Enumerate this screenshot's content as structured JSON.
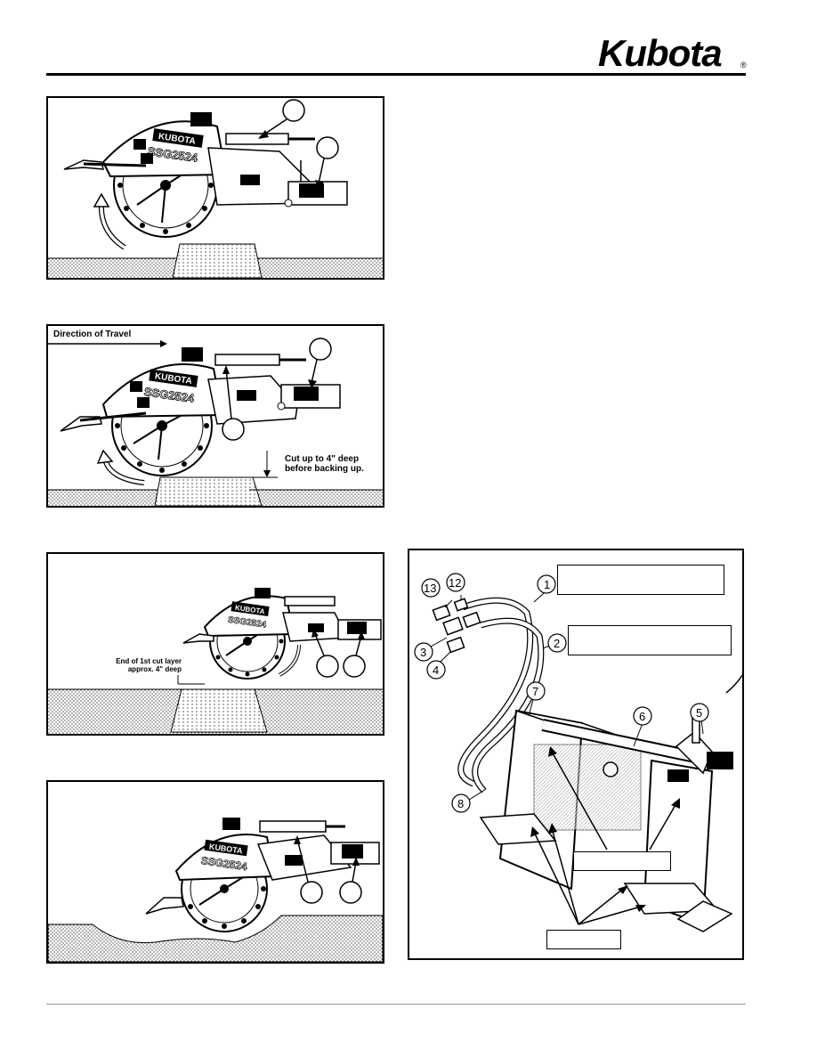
{
  "header": {
    "logo_text": "Kubota",
    "logo_mark": "®"
  },
  "figures": {
    "fig2": {
      "direction_label": "Direction of Travel",
      "depth_note": "Cut up to 4\" deep\nbefore backing up."
    },
    "fig3": {
      "layer_note": "End of 1st cut layer\napprox. 4\" deep"
    },
    "parts": {
      "numbers": [
        "13",
        "12",
        "1",
        "3",
        "2",
        "4",
        "7",
        "6",
        "5",
        "8"
      ]
    }
  },
  "machine_labels": {
    "brand": "KUBOTA",
    "model": "SSG2524"
  }
}
